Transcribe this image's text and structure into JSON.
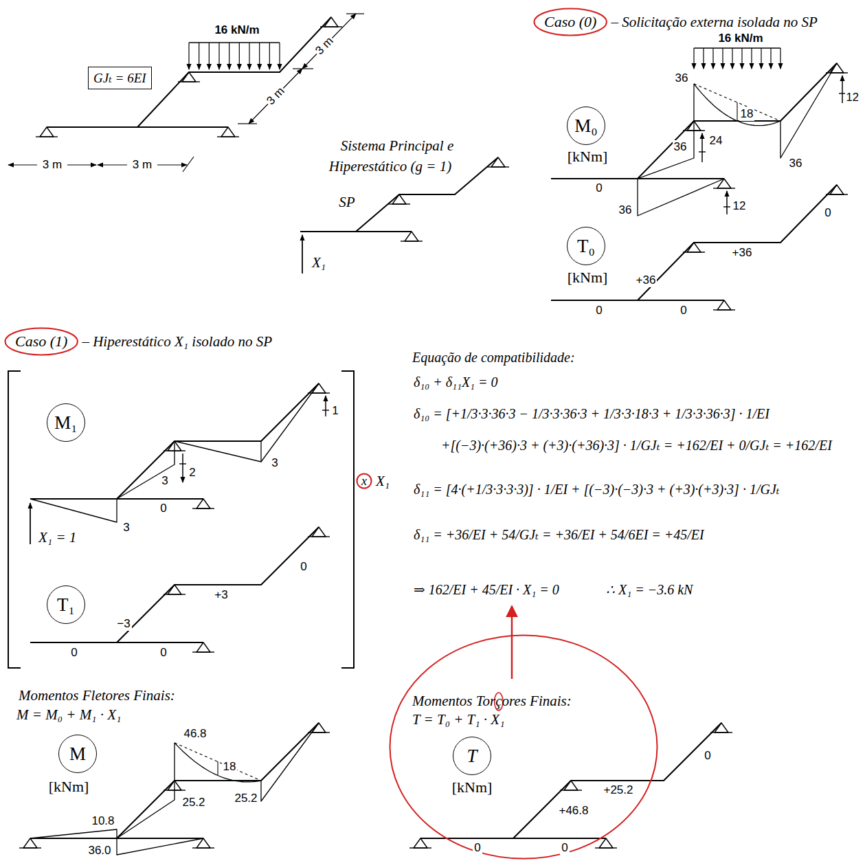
{
  "diagram": {
    "nodes": [
      {
        "text": [
          "GJₜ = 6EI"
        ]
      },
      {
        "text": [
          "Caso (0)"
        ]
      },
      {
        "text": [
          "M₀"
        ]
      },
      {
        "text": [
          "T₀"
        ]
      },
      {
        "text": [
          "Caso (1)"
        ]
      },
      {
        "text": [
          "M₁"
        ]
      },
      {
        "text": [
          "T₁"
        ]
      },
      {
        "text": [
          "x"
        ]
      },
      {
        "text": [
          "M"
        ]
      },
      {
        "text": [
          "Momentos Torçores Finais:",
          "T = T₀ + T₁ · X₁"
        ]
      },
      {
        "text": [
          "T"
        ],
        "in": 9
      }
    ],
    "labels": [
      "16 kN/m",
      "3 m",
      "3 m",
      "3 m",
      "3 m",
      "Sistema Principal e",
      "Hiperestático (g = 1)",
      "SP",
      "X₁",
      "– Solicitação externa isolada no SP",
      "16 kN/m",
      "36",
      "18",
      "12",
      "36",
      "36",
      "24",
      "0",
      "36",
      "12",
      "[kNm]",
      "[kNm]",
      "0",
      "0",
      "+36",
      "+36",
      "0",
      "– Hiperestático X₁ isolado no SP",
      "3",
      "2",
      "1",
      "3",
      "X₁ = 1",
      "3",
      "0",
      "0",
      "+3",
      "−3",
      "0",
      "0",
      "X₁",
      "Equação de compatibilidade:",
      "δ₁₀ + δ₁₁X₁ = 0",
      "δ₁₀ = [+1/3·3·36·3 − 1/3·3·36·3 + 1/3·3·18·3 + 1/3·3·36·3] · 1/EI",
      "+[(−3)·(+36)·3 + (+3)·(+36)·3] · 1/GJₜ = +162/EI + 0/GJₜ = +162/EI",
      "δ₁₁ = [4·(+1/3·3·3·3)] · 1/EI + [(−3)·(−3)·3 + (+3)·(+3)·3] · 1/GJₜ",
      "δ₁₁ = +36/EI + 54/GJₜ = +36/EI + 54/6EI = +45/EI",
      "⇒ 162/EI + 45/EI · X₁ = 0",
      "∴ X₁ = −3.6 kN",
      "Momentos Fletores Finais:",
      "M = M₀ + M₁ · X₁",
      "[kNm]",
      "46.8",
      "18",
      "10.8",
      "25.2",
      "25.2",
      "36.0",
      "[kNm]",
      "0",
      "+25.2",
      "+46.8",
      "0",
      "0"
    ]
  }
}
